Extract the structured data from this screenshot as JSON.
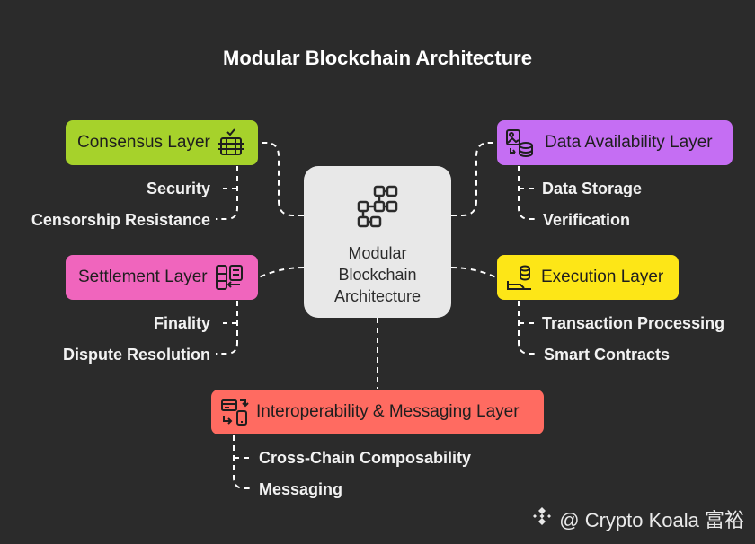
{
  "title": "Modular Blockchain Architecture",
  "center": {
    "label": "Modular Blockchain Architecture",
    "color": "#e8e8e8"
  },
  "layers": {
    "consensus": {
      "label": "Consensus Layer",
      "color": "#a6d22b",
      "items": [
        "Security",
        "Censorship Resistance"
      ]
    },
    "settlement": {
      "label": "Settlement Layer",
      "color": "#f065bd",
      "items": [
        "Finality",
        "Dispute Resolution"
      ]
    },
    "data_availability": {
      "label": "Data Availability Layer",
      "color": "#c56ef3",
      "items": [
        "Data Storage",
        "Verification"
      ]
    },
    "execution": {
      "label": "Execution Layer",
      "color": "#fde617",
      "items": [
        "Transaction Processing",
        "Smart Contracts"
      ]
    },
    "interoperability": {
      "label": "Interoperability & Messaging Layer",
      "color": "#ff6b61",
      "items": [
        "Cross-Chain Composability",
        "Messaging"
      ]
    }
  },
  "watermark": {
    "text": "@ Crypto Koala 富裕"
  },
  "colors": {
    "background": "#2b2b2b",
    "connector": "#ffffff"
  }
}
